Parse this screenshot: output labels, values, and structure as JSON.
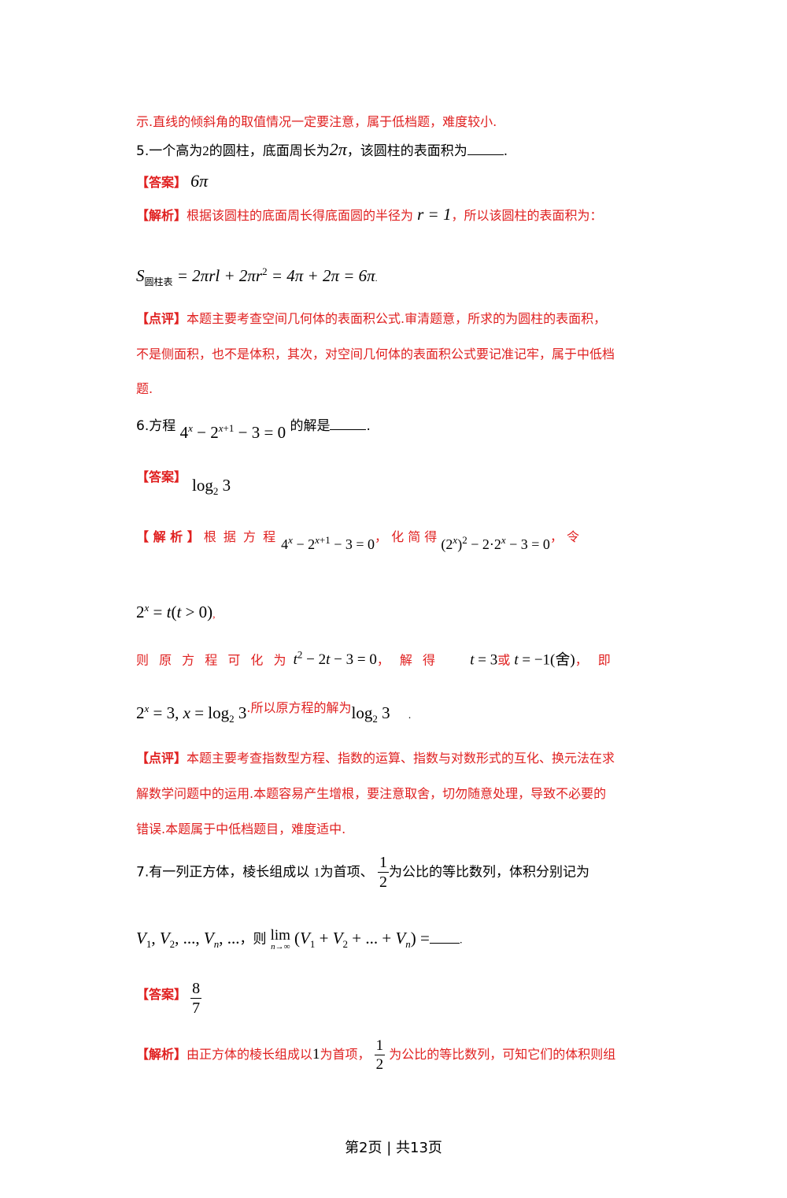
{
  "line_intro": "示.直线的倾斜角的取值情况一定要注意，属于低档题，难度较小.",
  "q5": {
    "text_a": "5.一个高为",
    "h": "2",
    "text_b": "的圆柱，底面周长为",
    "c": "2π",
    "text_c": "，该圆柱的表面积为",
    "end": ".",
    "answer_label": "【答案】",
    "answer": "6π",
    "analysis_label": "【解析】",
    "analysis_text": "根据该圆柱的底面周长得底面圆的半径为",
    "r_eq": "r = 1",
    "analysis_text2": "，所以该圆柱的表面积为：",
    "formula_s": "S",
    "formula_sub": "圆柱表",
    "formula_rhs": "= 2πrl + 2πr",
    "formula_exp": "2",
    "formula_rest": " = 4π + 2π = 6π",
    "formula_dot": ".",
    "comment_label": "【点评】",
    "comment_1": "本题主要考查空间几何体的表面积公式.审清题意，所求的为圆柱的表面积，",
    "comment_2": "不是侧面积，也不是体积，其次，对空间几何体的表面积公式要记准记牢，属于中低档",
    "comment_3": "题."
  },
  "q6": {
    "text_a": "6.方程",
    "eq": "4^x − 2^(x+1) − 3 = 0",
    "text_b": "的解是",
    "end": ".",
    "answer_label": "【答案】",
    "answer": "log₂ 3",
    "analysis_label": "【 解 析 】",
    "analysis_1": "根 据 方 程",
    "analysis_2": "， 化 简 得",
    "analysis_3": "， 令",
    "sub_t": "2^x = t(t > 0)",
    "then_1": "则 原 方 程 可 化 为",
    "then_eq": "t² − 2t − 3 = 0",
    "then_2": "， 解 得",
    "then_3": "t = 3",
    "then_or": "或",
    "then_4": "t = −1(舍)",
    "then_5": "， 即",
    "final_eq": "2^x = 3, x = log₂ 3",
    "final_text": ".所以原方程的解为",
    "final_ans": "log₂ 3",
    "final_dot": ".",
    "comment_label": "【点评】",
    "comment_1": "本题主要考查指数型方程、指数的运算、指数与对数形式的互化、换元法在求",
    "comment_2": "解数学问题中的运用.本题容易产生增根，要注意取舍，切勿随意处理，导致不必要的",
    "comment_3": "错误.本题属于中低档题目，难度适中."
  },
  "q7": {
    "text_a": "7.有一列正方体，棱长组成以",
    "first": "1",
    "text_b": "为首项、",
    "ratio_num": "1",
    "ratio_den": "2",
    "text_c": "为公比的等比数列，体积分别记为",
    "seq": "V₁, V₂, ..., Vₙ, ...",
    "text_d": "，则",
    "lim": "lim",
    "lim_sub": "n→∞",
    "lim_expr": "(V₁ + V₂ + ... + Vₙ) =",
    "lim_dot": ".",
    "answer_label": "【答案】",
    "ans_num": "8",
    "ans_den": "7",
    "analysis_label": "【解析】",
    "analysis_a": "由正方体的棱长组成以",
    "analysis_first": "1",
    "analysis_b": "为首项，",
    "analysis_c": "为公比的等比数列，可知它们的体积则组"
  },
  "footer": "第2页 | 共13页"
}
